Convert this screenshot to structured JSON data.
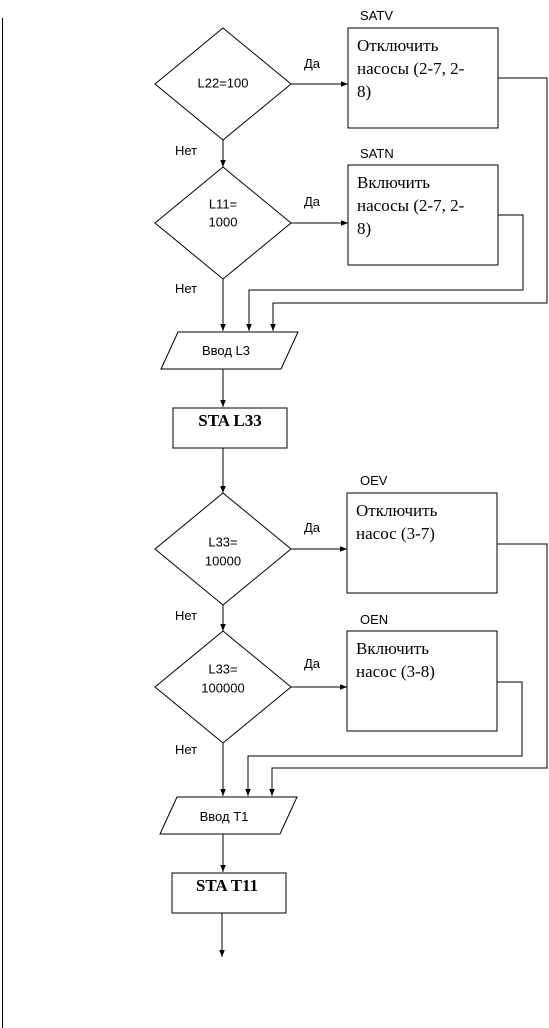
{
  "decisions": {
    "d1": {
      "line1": "L22=100",
      "line2": ""
    },
    "d2": {
      "line1": "L11=",
      "line2": "1000"
    },
    "d3": {
      "line1": "L33=",
      "line2": "10000"
    },
    "d4": {
      "line1": "L33=",
      "line2": "100000"
    }
  },
  "actions": {
    "a1": {
      "tag": "SATV",
      "line1": "Отключить",
      "line2": "насосы (2-7, 2-",
      "line3": "8)"
    },
    "a2": {
      "tag": "SATN",
      "line1": "Включить",
      "line2": "насосы (2-7, 2-",
      "line3": "8)"
    },
    "a3": {
      "tag": "OEV",
      "line1": "Отключить",
      "line2": "насос (3-7)"
    },
    "a4": {
      "tag": "OEN",
      "line1": "Включить",
      "line2": "насос (3-8)"
    }
  },
  "branch_labels": {
    "yes": "Да",
    "no": "Нет"
  },
  "inputs": {
    "i1": "Ввод L3",
    "i2": "Ввод T1"
  },
  "processes": {
    "p1": "STA L33",
    "p2": "STA T11"
  }
}
